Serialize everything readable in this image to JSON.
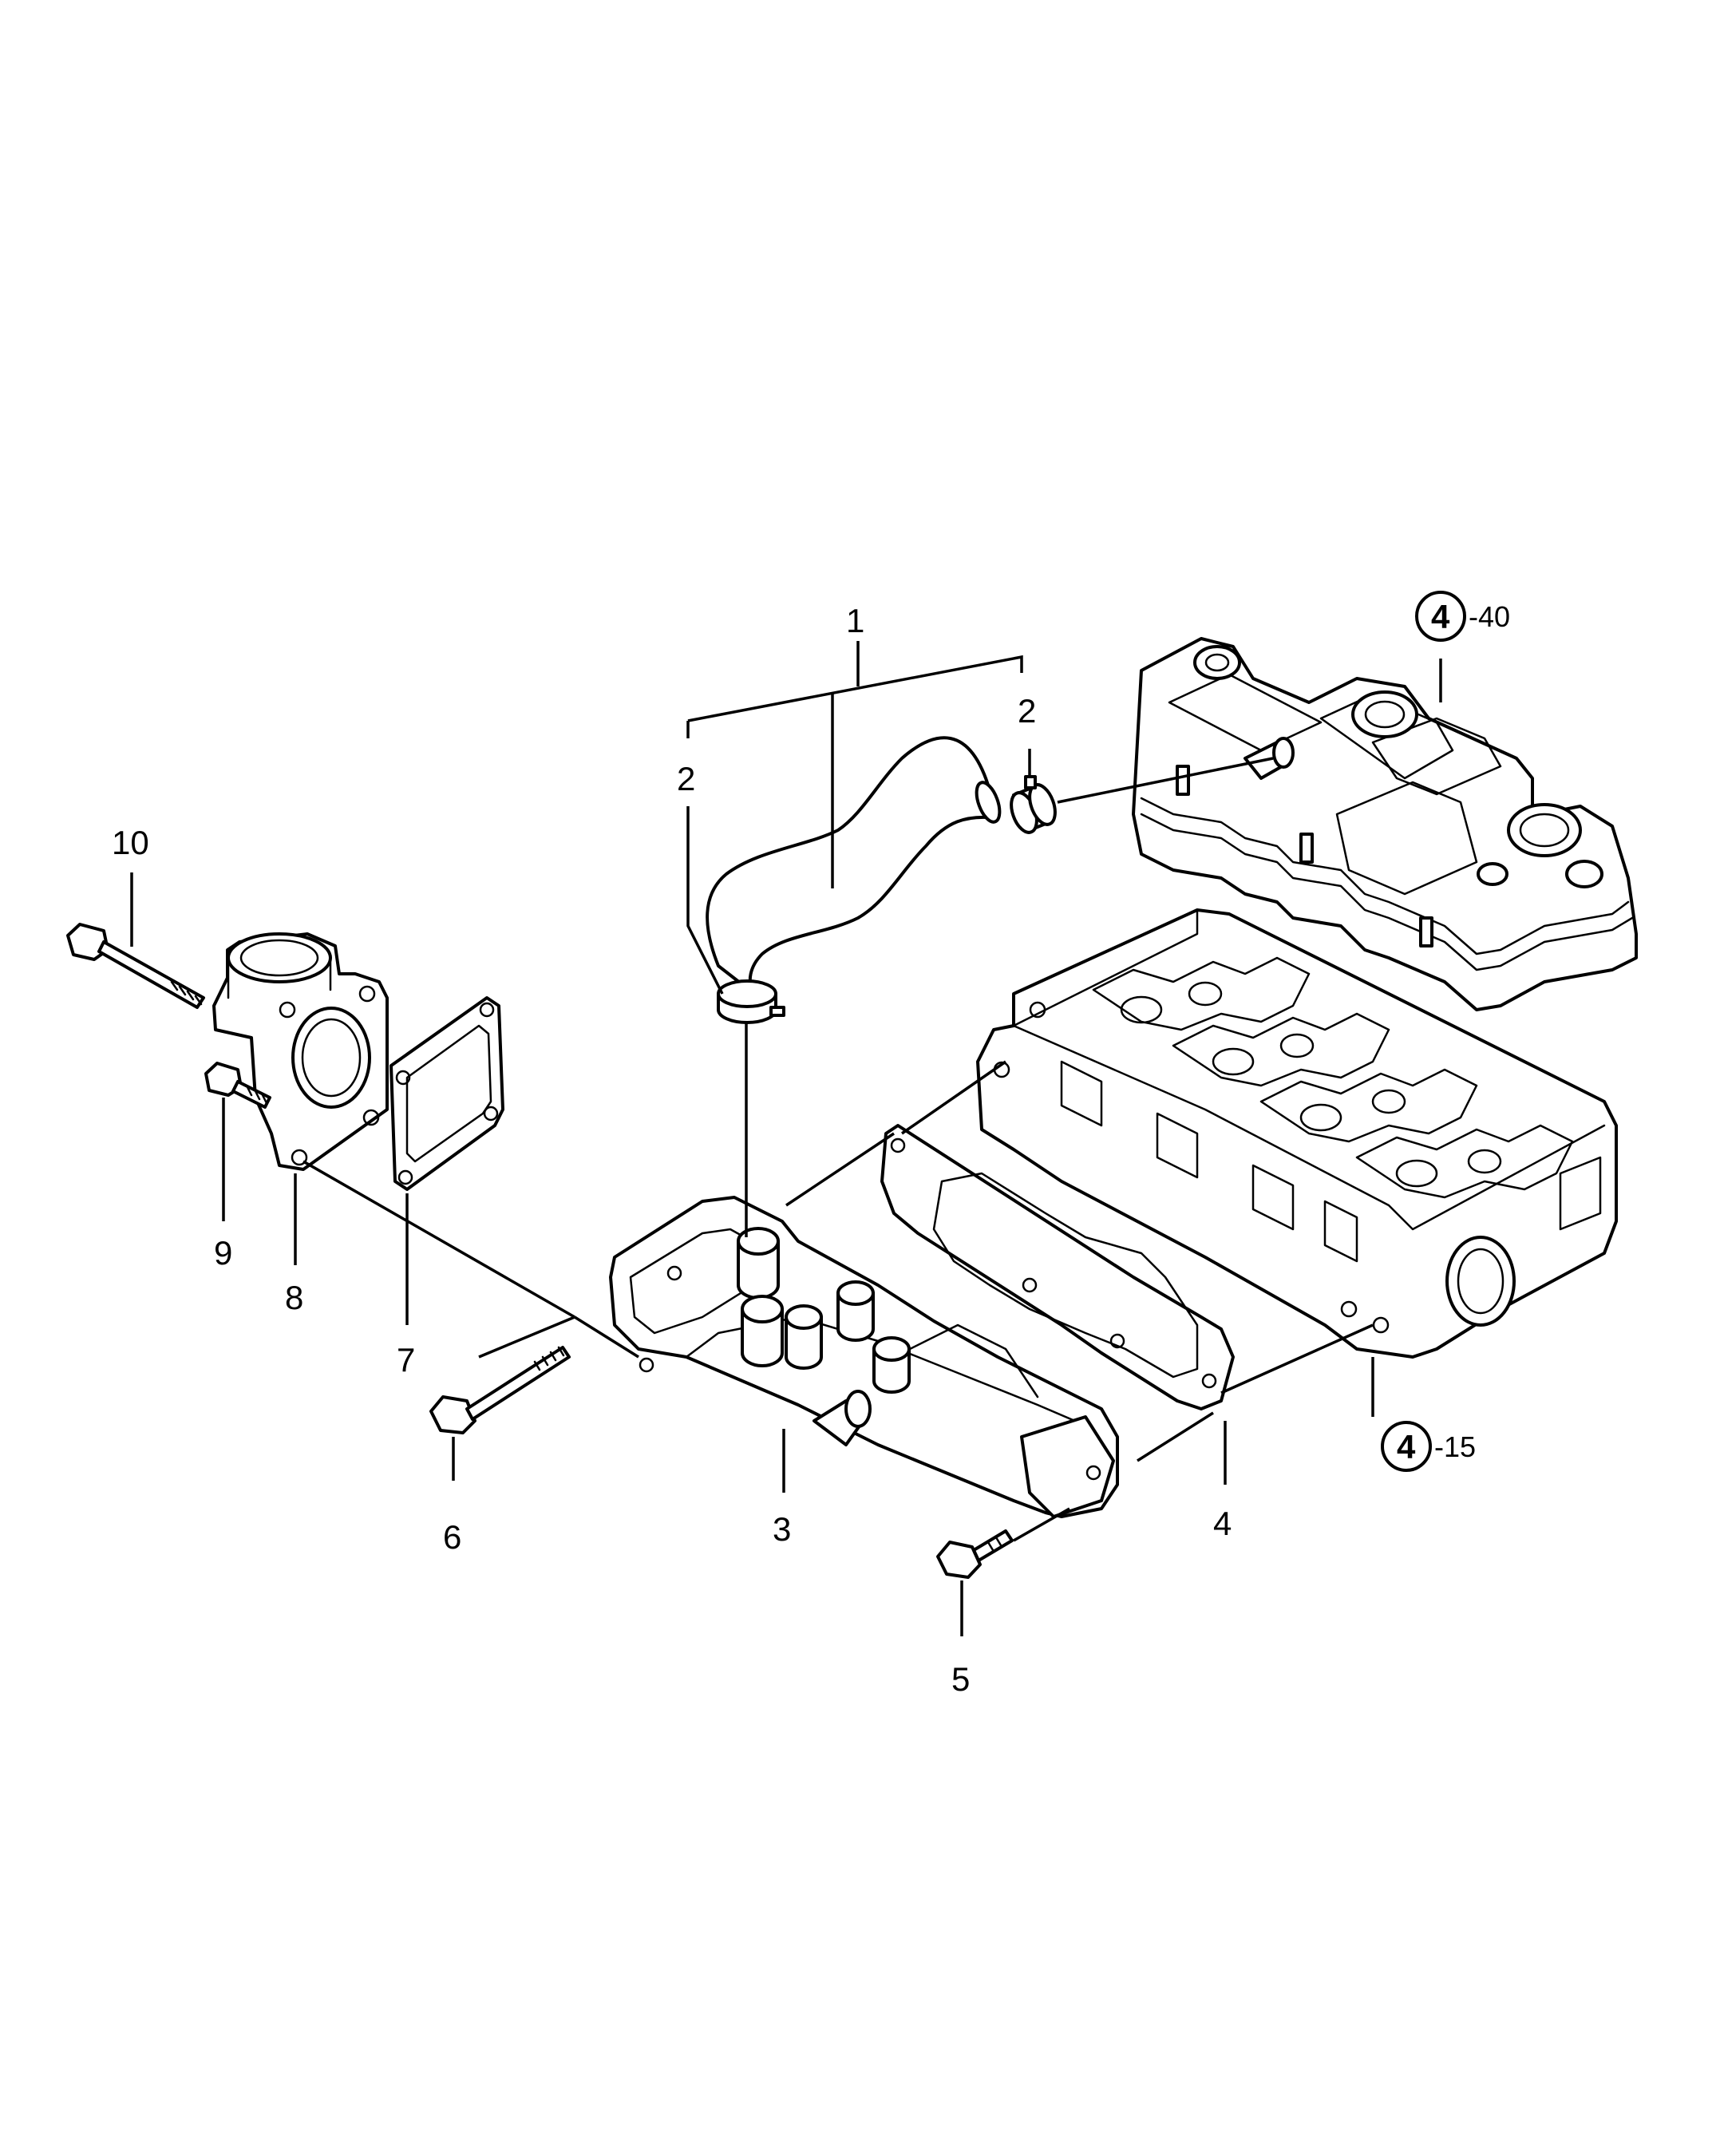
{
  "callouts": {
    "c1": "1",
    "c2_left": "2",
    "c2_right": "2",
    "c3": "3",
    "c4": "4",
    "c5": "5",
    "c6": "6",
    "c7": "7",
    "c8": "8",
    "c9": "9",
    "c10": "10"
  },
  "references": {
    "valve_cover": {
      "group": "4",
      "suffix": "-40"
    },
    "cylinder_head": {
      "group": "4",
      "suffix": "-15"
    }
  },
  "colors": {
    "line": "#000000",
    "background": "#ffffff"
  }
}
